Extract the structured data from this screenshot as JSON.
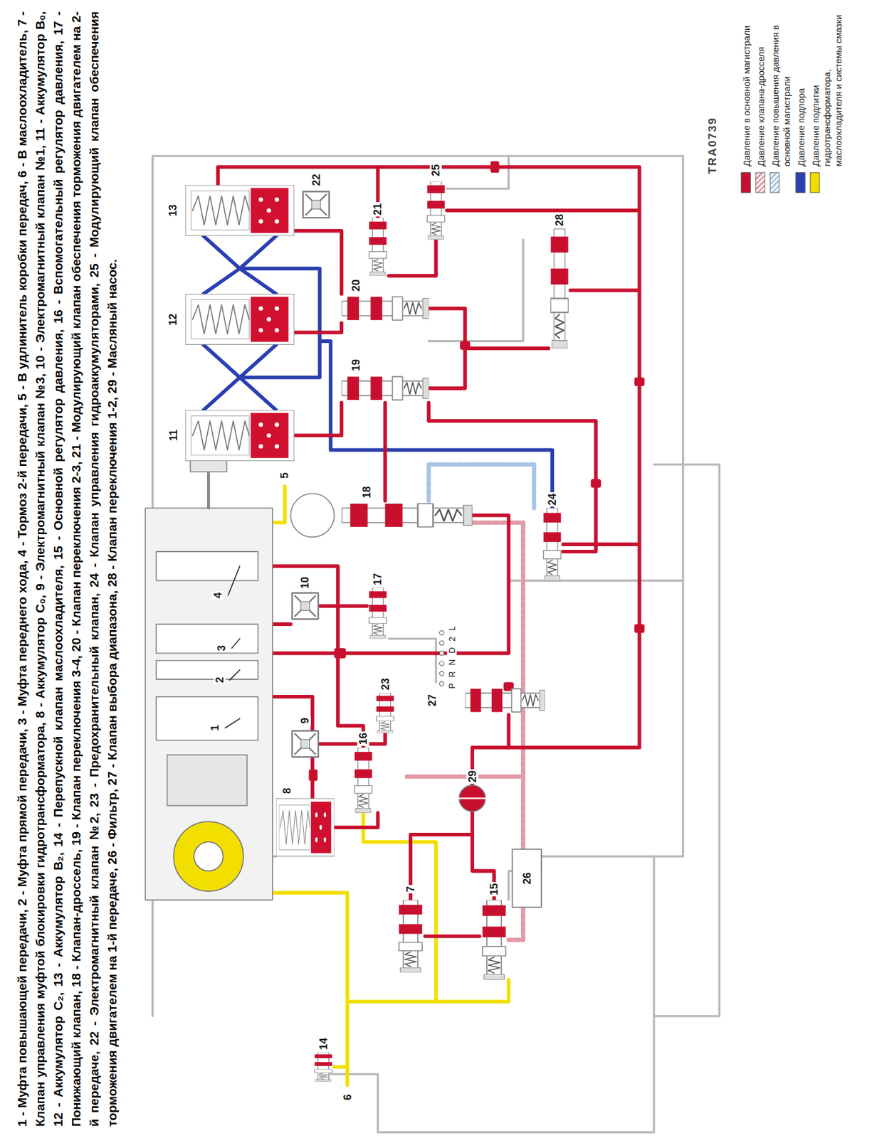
{
  "diagram": {
    "caption": "1 - Муфта повышающей передачи, 2 - Муфта прямой передачи, 3 - Муфта переднего хода, 4 - Тормоз 2-й передачи, 5 - В удлинитель коробки передач, 6 - В маслоохладитель, 7 - Клапан управления муфтой блокировки гидротрансформатора, 8 - Аккумулятор C₀, 9 - Электромагнитный клапан №3, 10 - Электромагнитный клапан №1, 11 - Аккумулятор B₀, 12 - Аккумулятор C₂, 13 - Аккумулятор B₂, 14 - Перепускной клапан маслоохладителя, 15 - Основной регулятор давления, 16 - Вспомогательный регулятор давления, 17 - Понижающий клапан, 18 - Клапан-дроссель, 19 - Клапан переключения 3-4, 20 - Клапан переключения 2-3, 21 - Модулирующий клапан обеспечения торможения двигателем на 2-й передаче, 22 - Электромагнитный клапан №2, 23 - Предохранительный клапан, 24 - Клапан управления гидроаккумуляторами, 25 - Модулирующий клапан обеспечения торможения двигателем на 1-й передаче, 26 - Фильтр, 27 - Клапан выбора диапазона, 28 - Клапан переключения 1-2, 29 - Масляный насос.",
    "labels": [
      "1",
      "2",
      "3",
      "4",
      "5",
      "6",
      "7",
      "8",
      "9",
      "10",
      "11",
      "12",
      "13",
      "14",
      "15",
      "16",
      "17",
      "18",
      "19",
      "20",
      "21",
      "22",
      "23",
      "24",
      "25",
      "26",
      "27",
      "28",
      "29",
      "P R N D 2 L",
      "TRA0739"
    ],
    "legend": [
      {
        "text": "Давление в основной магистрали",
        "color": "#c8102e"
      },
      {
        "text": "Давление клапана-дросселя",
        "color": "#e39aa6"
      },
      {
        "text": "Давление повышения давления в основной магистрали",
        "color": "#a9c4e4"
      },
      {
        "text": "Давление подпора",
        "color": "#2a3fb0"
      },
      {
        "text": "Давление подпитки гидротрансформатора, маслоохладителя и системы смазки",
        "color": "#f2df00"
      }
    ]
  }
}
